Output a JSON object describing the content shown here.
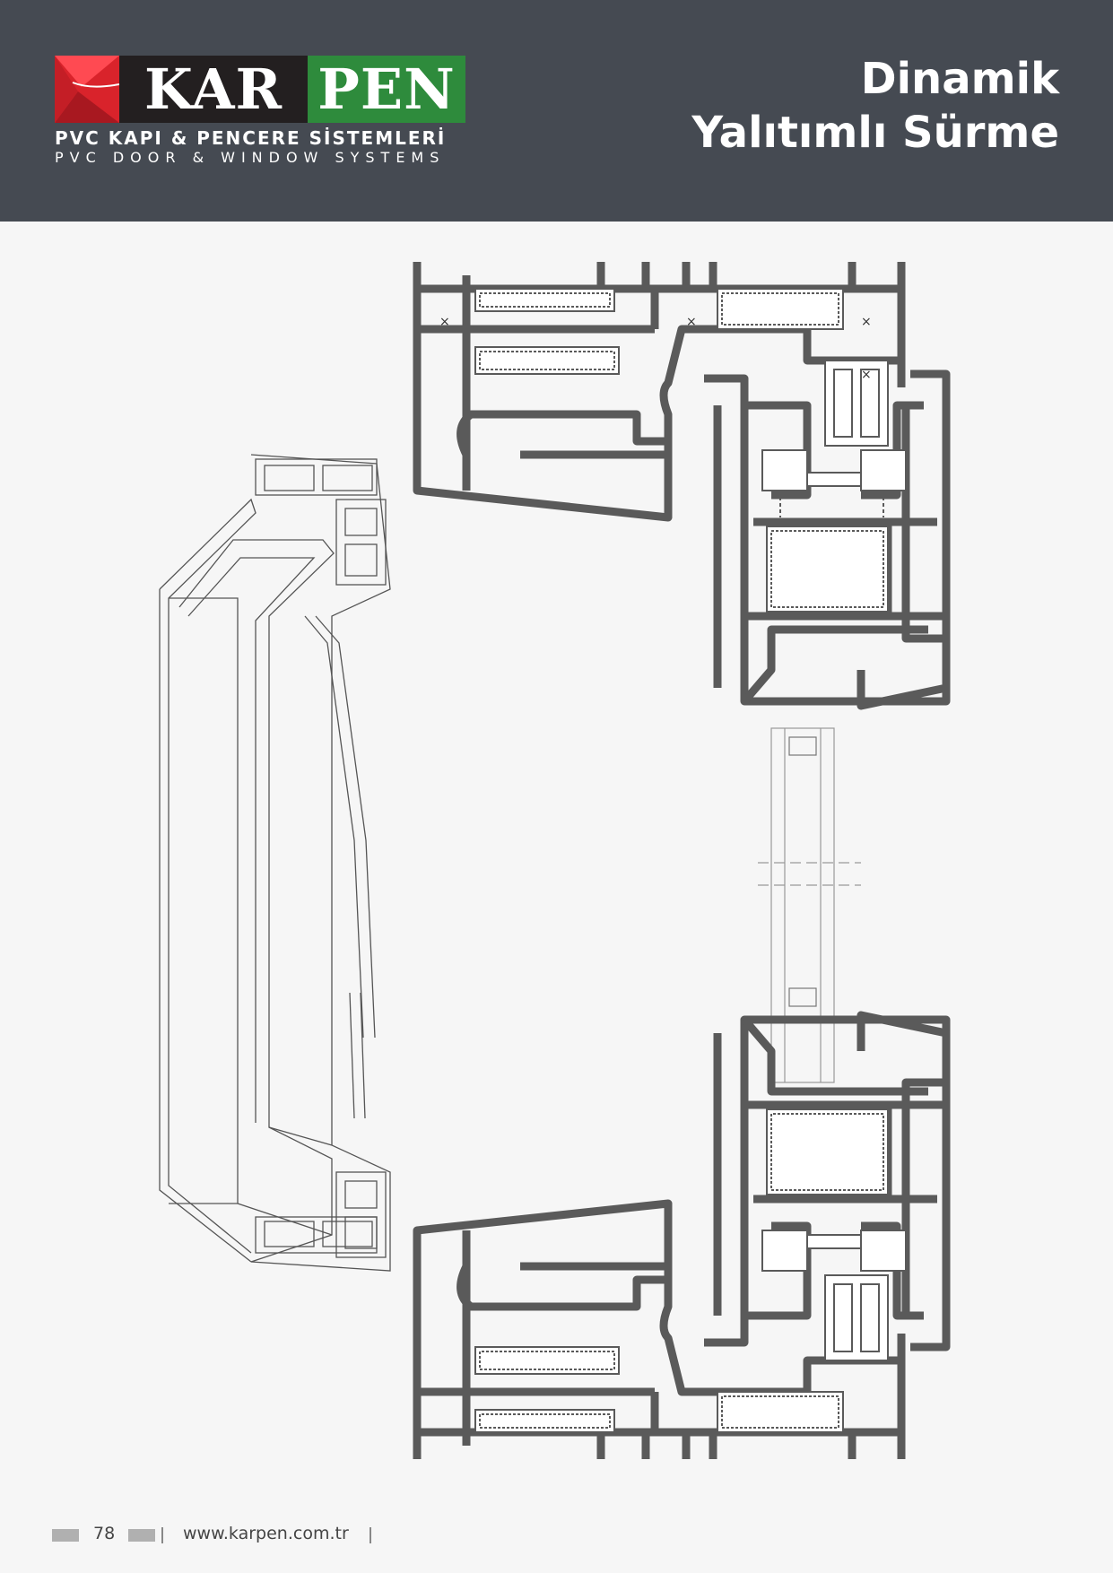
{
  "brand": {
    "name_left": "KAR",
    "name_right": "PEN",
    "tagline_tr": "PVC KAPI & PENCERE SİSTEMLERİ",
    "tagline_en": "PVC DOOR & WINDOW SYSTEMS",
    "colors": {
      "red": "#d9232b",
      "green": "#2e8b3c",
      "dark": "#231f20",
      "header": "#454a52"
    }
  },
  "title": {
    "line1": "Dinamik",
    "line2": "Yalıtımlı Sürme"
  },
  "footer": {
    "page_number": "78",
    "website": "www.karpen.com.tr"
  },
  "drawing": {
    "profile_color": "#5a5a5a"
  }
}
